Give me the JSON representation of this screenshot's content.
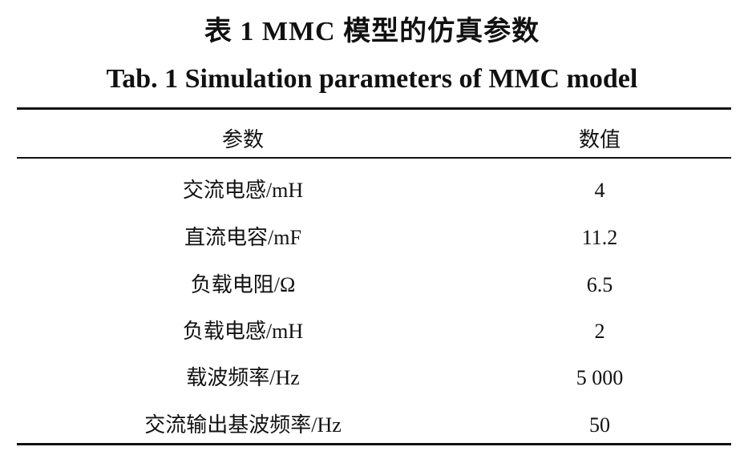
{
  "title_cn": "表 1   MMC 模型的仿真参数",
  "title_en": "Tab. 1    Simulation parameters of MMC model",
  "table": {
    "headers": [
      "参数",
      "数值"
    ],
    "rows": [
      [
        "交流电感/mH",
        "4"
      ],
      [
        "直流电容/mF",
        "11.2"
      ],
      [
        "负载电阻/Ω",
        "6.5"
      ],
      [
        "负载电感/mH",
        "2"
      ],
      [
        "载波频率/Hz",
        "5 000"
      ],
      [
        "交流输出基波频率/Hz",
        "50"
      ]
    ]
  }
}
